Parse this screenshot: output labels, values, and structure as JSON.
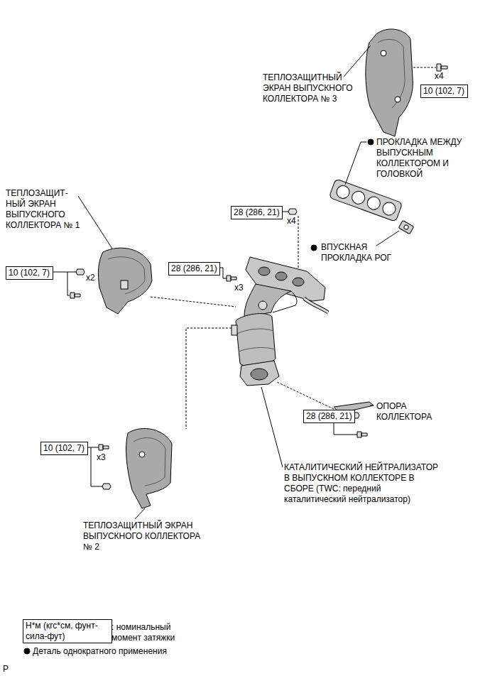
{
  "diagram": {
    "nodes": [
      {
        "text": [
          "10 (102, 7)"
        ]
      },
      {
        "text": [
          "28 (286, 21)"
        ]
      },
      {
        "text": [
          "10 (102, 7)"
        ]
      },
      {
        "text": [
          "28 (286, 21)"
        ]
      },
      {
        "text": [
          "28 (286, 21)"
        ]
      },
      {
        "text": [
          "10 (102, 7)"
        ]
      },
      {
        "text": [
          "Н*м (кгс*см, фунт-сила-фут)"
        ]
      }
    ],
    "labels": [
      "ТЕПЛОЗАЩИТНЫЙ ЭКРАН ВЫПУСКНОГО КОЛЛЕКТОРА № 3",
      "ПРОКЛАДКА МЕЖДУ ВЫПУСКНЫМ КОЛЛЕКТОРОМ И ГОЛОВКОЙ",
      "ВПУСКНАЯ ПРОКЛАДКА РОГ",
      "ТЕПЛОЗАЩИТ- НЫЙ ЭКРАН ВЫПУСКНОГО КОЛЛЕКТОРА № 1",
      "ОПОРА КОЛЛЕКТОРА",
      "КАТАЛИТИЧЕСКИЙ НЕЙТРАЛИЗАТОР В ВЫПУСКНОМ КОЛЛЕКТОРЕ В СБОРЕ (TWC: передний каталитический нейтрализатор)",
      "ТЕПЛОЗАЩИТНЫЙ ЭКРАН ВЫПУСКНОГО КОЛЛЕКТОРА № 2",
      "x4",
      "x4",
      "x2",
      "x3",
      "x3",
      "P"
    ],
    "legend": [
      {
        "text": ": номинальный момент затяжки"
      },
      {
        "text": "Деталь однократного применения"
      }
    ]
  }
}
